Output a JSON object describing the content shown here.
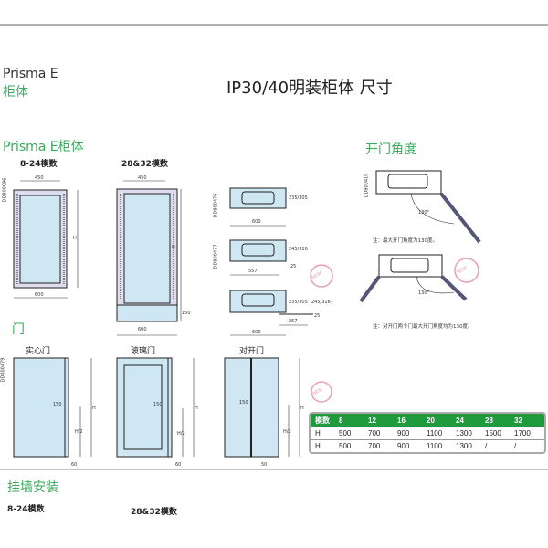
{
  "header": {
    "product": "Prisma E",
    "product_sub": "柜体",
    "title": "IP30/40明装柜体 尺寸"
  },
  "cabinet": {
    "title": "Prisma E柜体",
    "label_a": "8-24模数",
    "label_b": "28&32模数",
    "code_a": "DD800096",
    "code_top1": "DD800476",
    "code_top2": "DD800477",
    "dims": {
      "w450": "450",
      "w600": "600",
      "h": "H",
      "plinth": "150",
      "d1": "235/305",
      "d2": "245/316",
      "d3": "557",
      "d4": "25",
      "d5": "257"
    }
  },
  "angle": {
    "title": "开门角度",
    "code": "DD800410",
    "angle": "130°",
    "note1": "注：最大开门角度为130度。",
    "note2": "注：对开门两个门最大开门角度均为130度。"
  },
  "doors": {
    "title": "门",
    "code": "DD800479",
    "solid": "实心门",
    "glass": "玻璃门",
    "double": "对开门",
    "h": "H",
    "h2": "H/2",
    "lock": "150",
    "offset": "60",
    "offset2": "50"
  },
  "new_badge": "NEW",
  "table": {
    "headers": [
      "模数",
      "8",
      "12",
      "16",
      "20",
      "24",
      "28",
      "32"
    ],
    "rows": [
      [
        "H",
        "500",
        "700",
        "900",
        "1100",
        "1300",
        "1500",
        "1700"
      ],
      [
        "H'",
        "500",
        "700",
        "900",
        "1100",
        "1300",
        "/",
        "/"
      ]
    ]
  },
  "wall": {
    "title": "挂墙安装",
    "label_a": "8-24模数",
    "label_b": "28&32模数"
  },
  "colors": {
    "green": "#3aaa5c",
    "fill": "#cfe6f3",
    "table_header": "#1f9a3c"
  }
}
